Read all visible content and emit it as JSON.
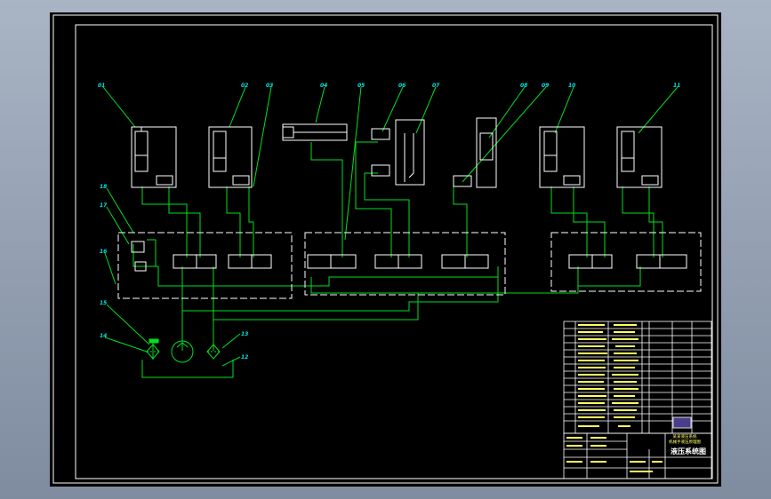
{
  "drawing": {
    "title_cn": "液压系统图",
    "design_title_line1": "某某液压系统",
    "design_title_line2": "机械手液压原理图",
    "labels": {
      "n01": "01",
      "n02": "02",
      "n03": "03",
      "n04": "04",
      "n05": "05",
      "n06": "06",
      "n07": "07",
      "n08": "08",
      "n09": "09",
      "n10": "10",
      "n11": "11",
      "n12": "12",
      "n13": "13",
      "n14": "14",
      "n15": "15",
      "n16": "16",
      "n17": "17",
      "n18": "18"
    },
    "colors": {
      "frame": "#ffffff",
      "lines": "#00e020",
      "labels": "#00e6e6",
      "table": "#ffffff",
      "table_text": "#ffff60",
      "outer_bg": "#8e9aab",
      "sheet_bg": "#000000"
    }
  }
}
